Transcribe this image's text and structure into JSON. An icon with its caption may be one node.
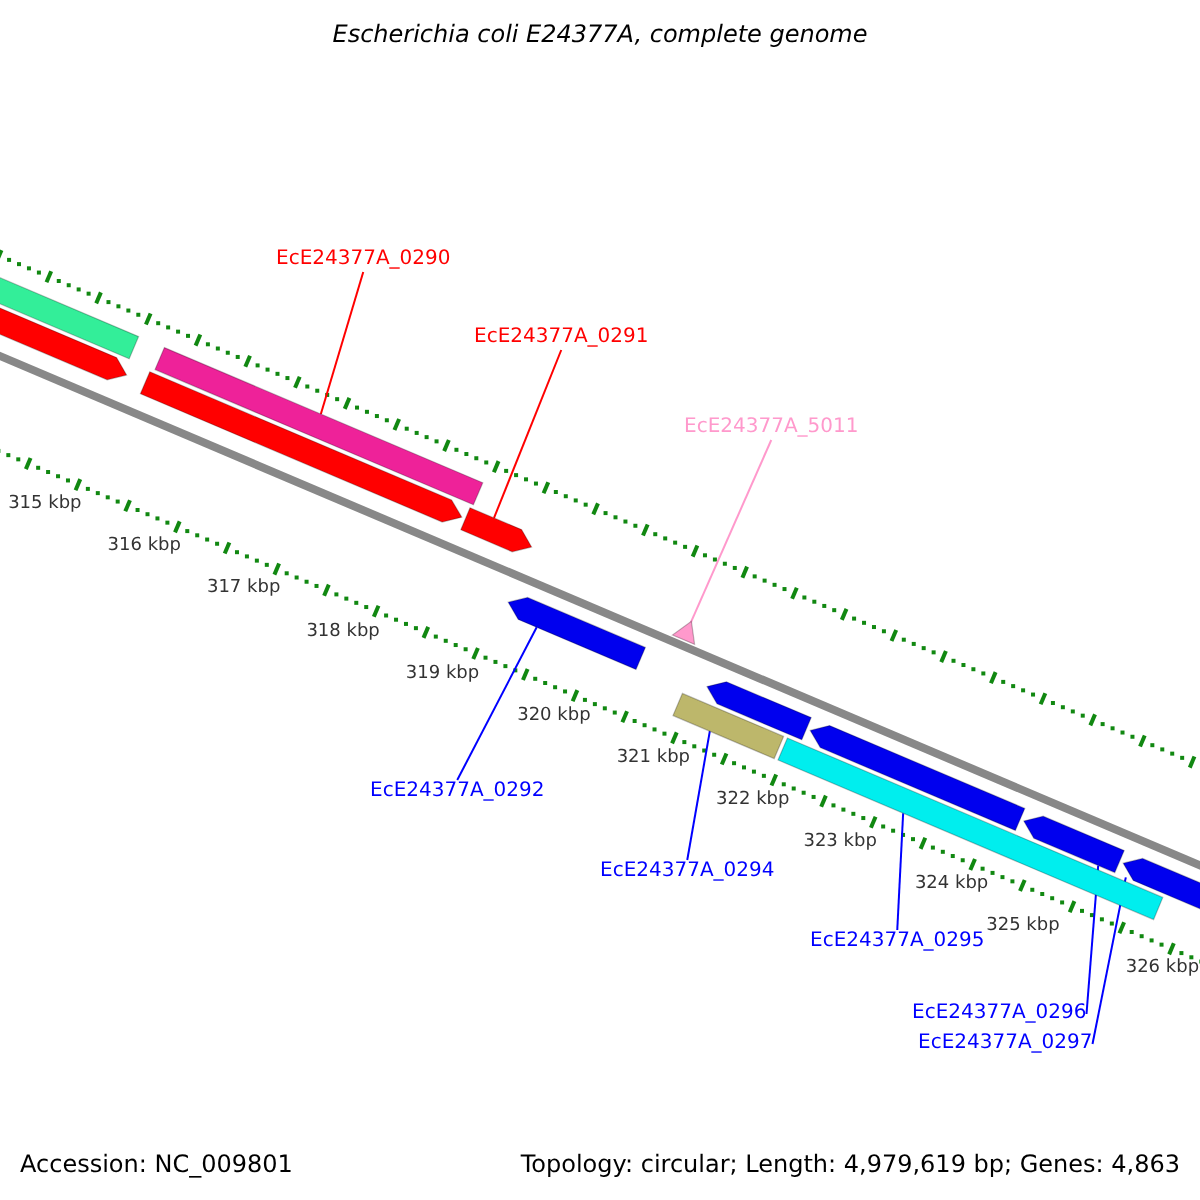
{
  "diagram": {
    "title": "Escherichia coli E24377A, complete genome",
    "nodes": [
      {
        "text": [
          "EcE24377A_0290"
        ]
      },
      {
        "text": [
          "EcE24377A_0291"
        ]
      },
      {
        "text": [
          "EcE24377A_5011"
        ]
      },
      {
        "text": [
          "EcE24377A_0292"
        ]
      },
      {
        "text": [
          "EcE24377A_0294"
        ]
      },
      {
        "text": [
          "EcE24377A_0295"
        ]
      },
      {
        "text": [
          "EcE24377A_0296"
        ]
      },
      {
        "text": [
          "EcE24377A_0297"
        ]
      },
      {
        "text": [],
        "shape": "bar"
      },
      {
        "text": [],
        "shape": "arrow"
      },
      {
        "text": [],
        "shape": "triangle"
      },
      {
        "text": [],
        "shape": "arrow"
      },
      {
        "text": [],
        "shape": "bar"
      },
      {
        "text": [],
        "shape": "bar"
      },
      {
        "text": [],
        "shape": "arrow"
      },
      {
        "text": [],
        "shape": "arrow"
      },
      {
        "text": [],
        "shape": "bar"
      },
      {
        "text": [],
        "shape": "arrow"
      },
      {
        "text": [],
        "shape": "arrow"
      },
      {
        "text": [],
        "shape": "arrow"
      },
      {
        "text": [],
        "shape": "arrow"
      }
    ],
    "edges": [
      {
        "from": 0,
        "to": 8,
        "arrow": "none",
        "color": "#ff0000"
      },
      {
        "from": 1,
        "to": 9,
        "arrow": "none",
        "color": "#ff0000"
      },
      {
        "from": 2,
        "to": 10,
        "arrow": "none",
        "color": "#ff99cc"
      },
      {
        "from": 3,
        "to": 11,
        "arrow": "none"
      },
      {
        "from": 4,
        "to": 12,
        "arrow": "none"
      },
      {
        "from": 5,
        "to": 13,
        "arrow": "none"
      },
      {
        "from": 6,
        "to": 14,
        "arrow": "none"
      },
      {
        "from": 7,
        "to": 15,
        "arrow": "none"
      }
    ],
    "labels": [
      "315 kbp",
      "316 kbp",
      "317 kbp",
      "318 kbp",
      "319 kbp",
      "320 kbp",
      "321 kbp",
      "322 kbp",
      "323 kbp",
      "324 kbp",
      "325 kbp",
      "326 kbp",
      "Accession: NC_009801",
      "Topology: circular; Length: 4,979,619 bp; Genes: 4,863"
    ]
  }
}
